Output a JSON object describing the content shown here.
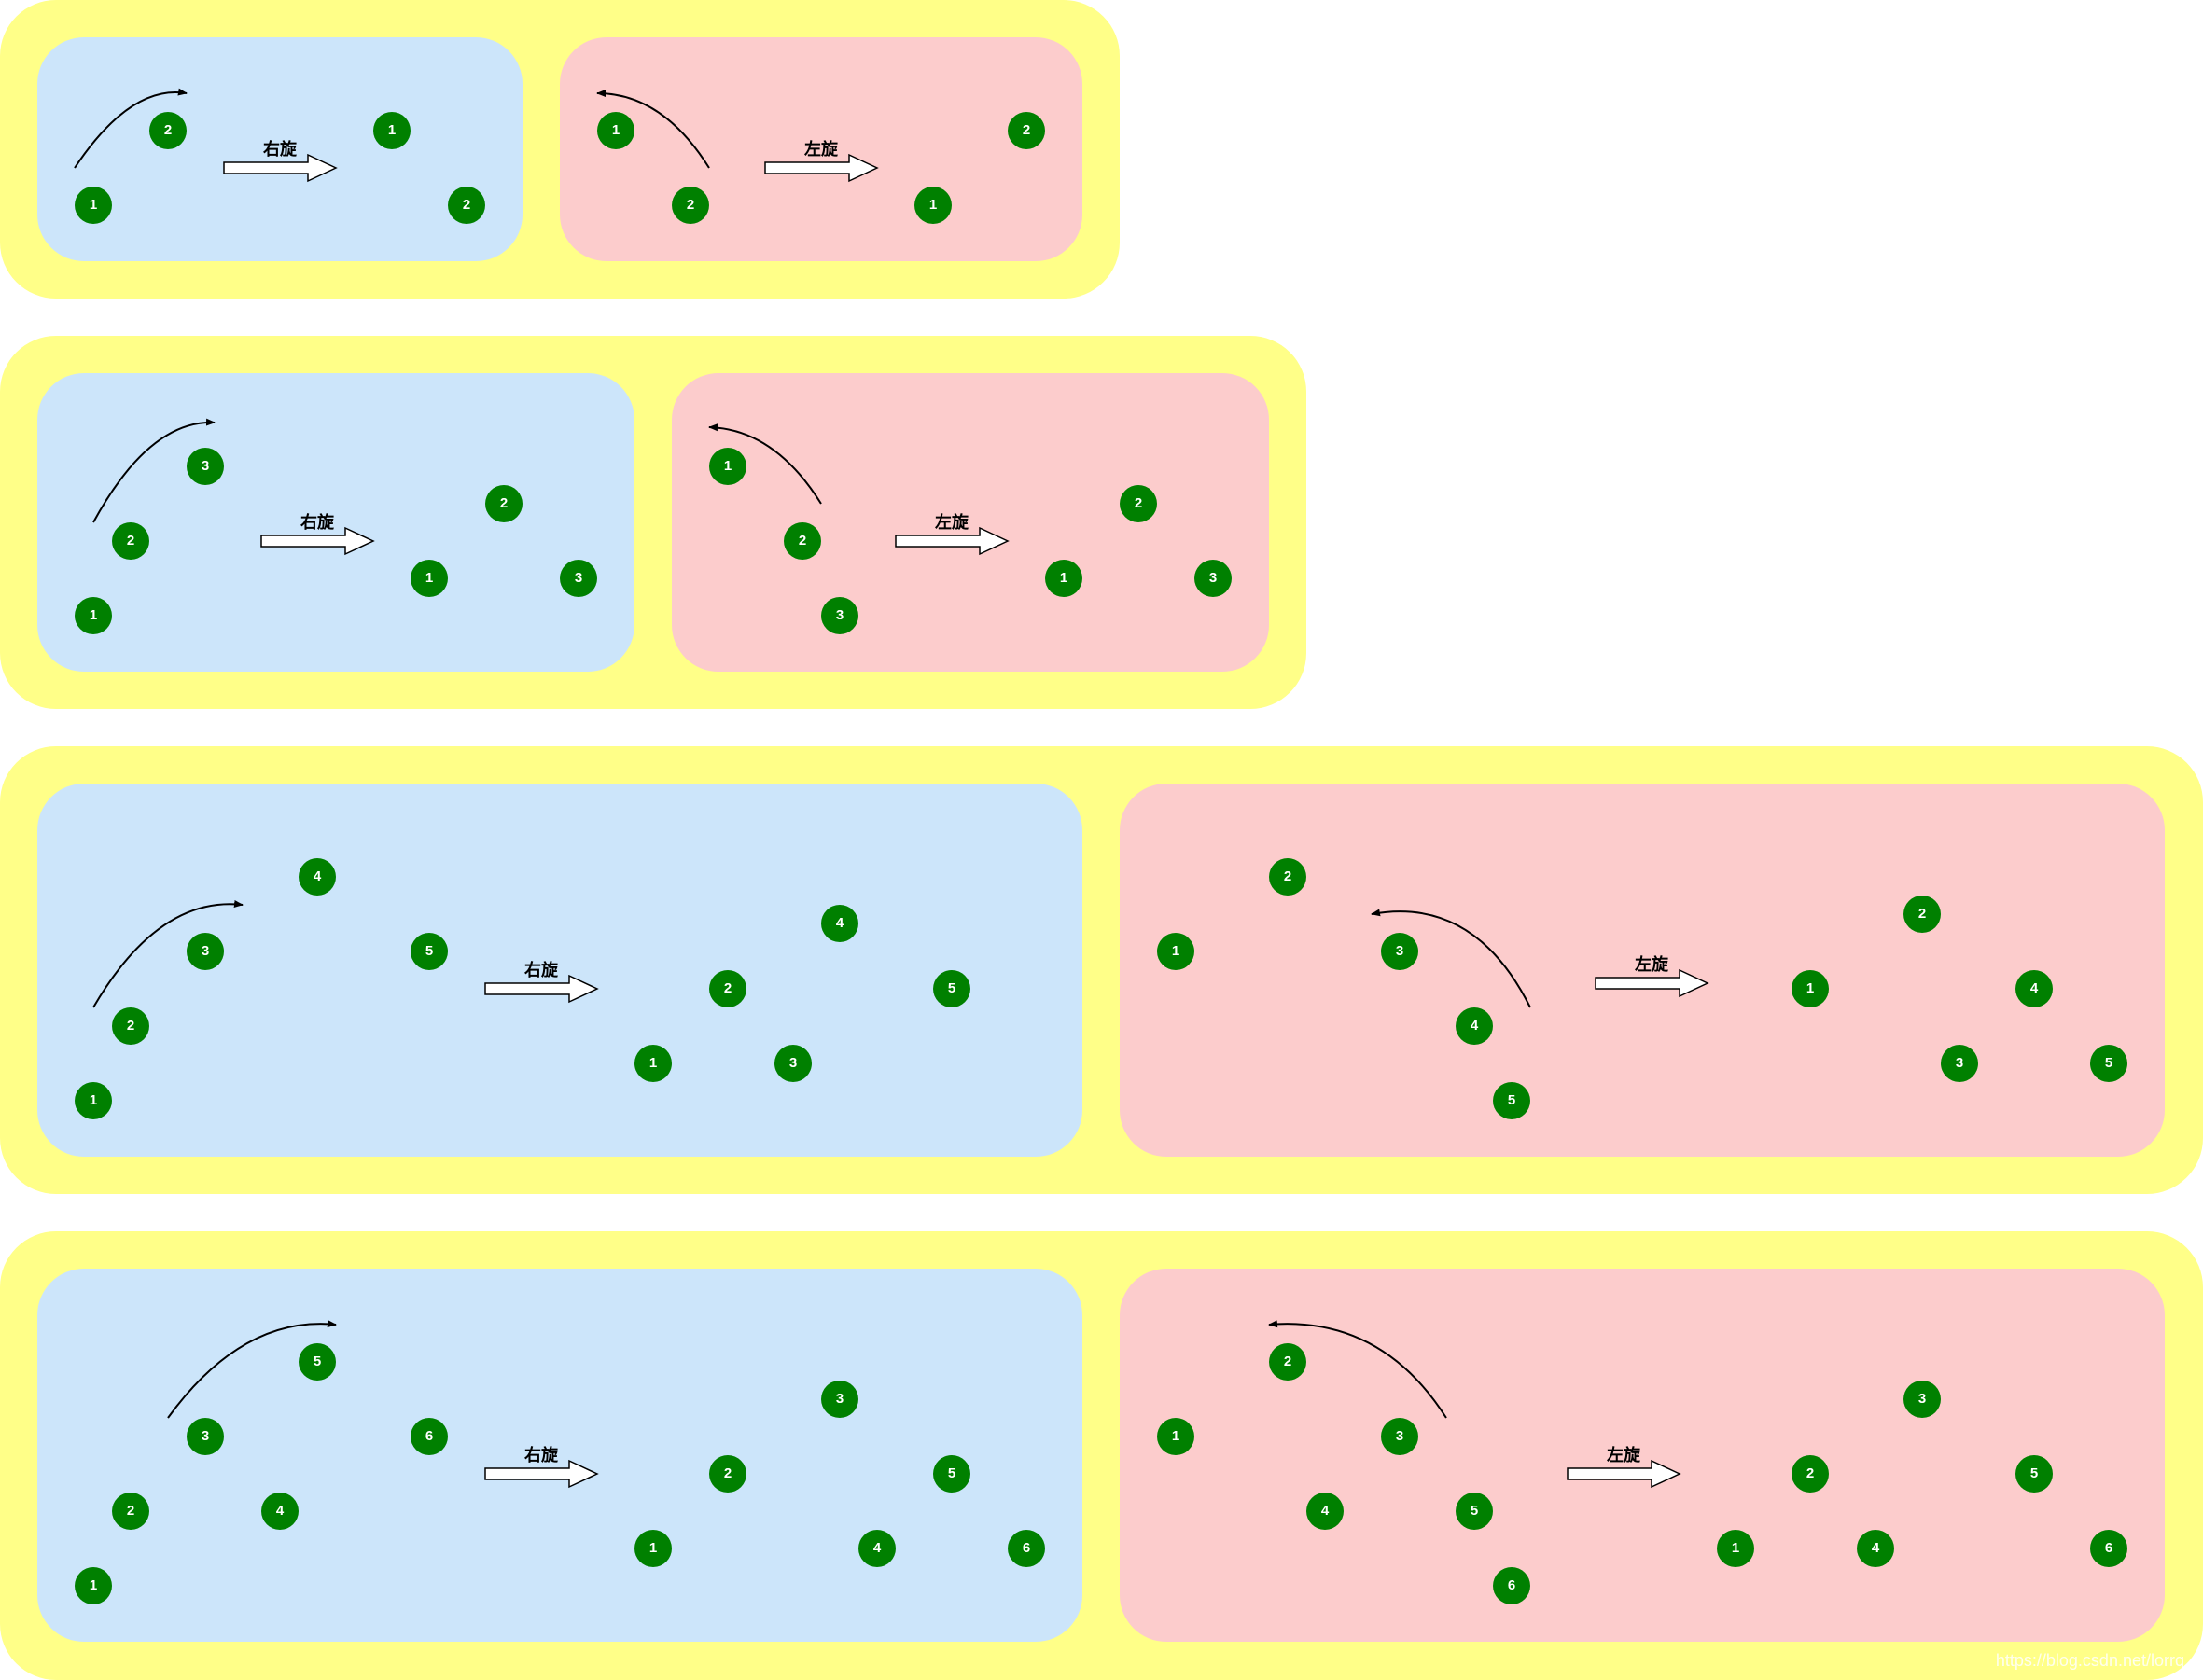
{
  "colors": {
    "frame": "#ffff88",
    "right_rotation_panel": "#cce5fa",
    "left_rotation_panel": "#fccccc",
    "node": "#008000",
    "node_text": "#ffffff"
  },
  "labels": {
    "right_rotate": "右旋",
    "left_rotate": "左旋"
  },
  "watermark": "https://blog.csdn.net/lorrq",
  "rows": [
    {
      "right": {
        "before": [
          "1",
          "2"
        ],
        "after": [
          "1",
          "2"
        ]
      },
      "left": {
        "before": [
          "1",
          "2"
        ],
        "after": [
          "2",
          "1"
        ]
      }
    },
    {
      "right": {
        "before": [
          "1",
          "2",
          "3"
        ],
        "after": [
          "2",
          "1",
          "3"
        ]
      },
      "left": {
        "before": [
          "1",
          "2",
          "3"
        ],
        "after": [
          "2",
          "1",
          "3"
        ]
      }
    },
    {
      "right": {
        "before": [
          "1",
          "2",
          "3",
          "4",
          "5"
        ],
        "after": [
          "4",
          "2",
          "5",
          "1",
          "3"
        ]
      },
      "left": {
        "before": [
          "2",
          "1",
          "3",
          "4",
          "5"
        ],
        "after": [
          "2",
          "1",
          "4",
          "3",
          "5"
        ]
      }
    },
    {
      "right": {
        "before": [
          "5",
          "3",
          "6",
          "2",
          "4",
          "1"
        ],
        "after": [
          "3",
          "2",
          "5",
          "1",
          "4",
          "6"
        ]
      },
      "left": {
        "before": [
          "2",
          "1",
          "3",
          "4",
          "5",
          "6"
        ],
        "after": [
          "3",
          "2",
          "5",
          "1",
          "4",
          "6"
        ]
      }
    }
  ]
}
